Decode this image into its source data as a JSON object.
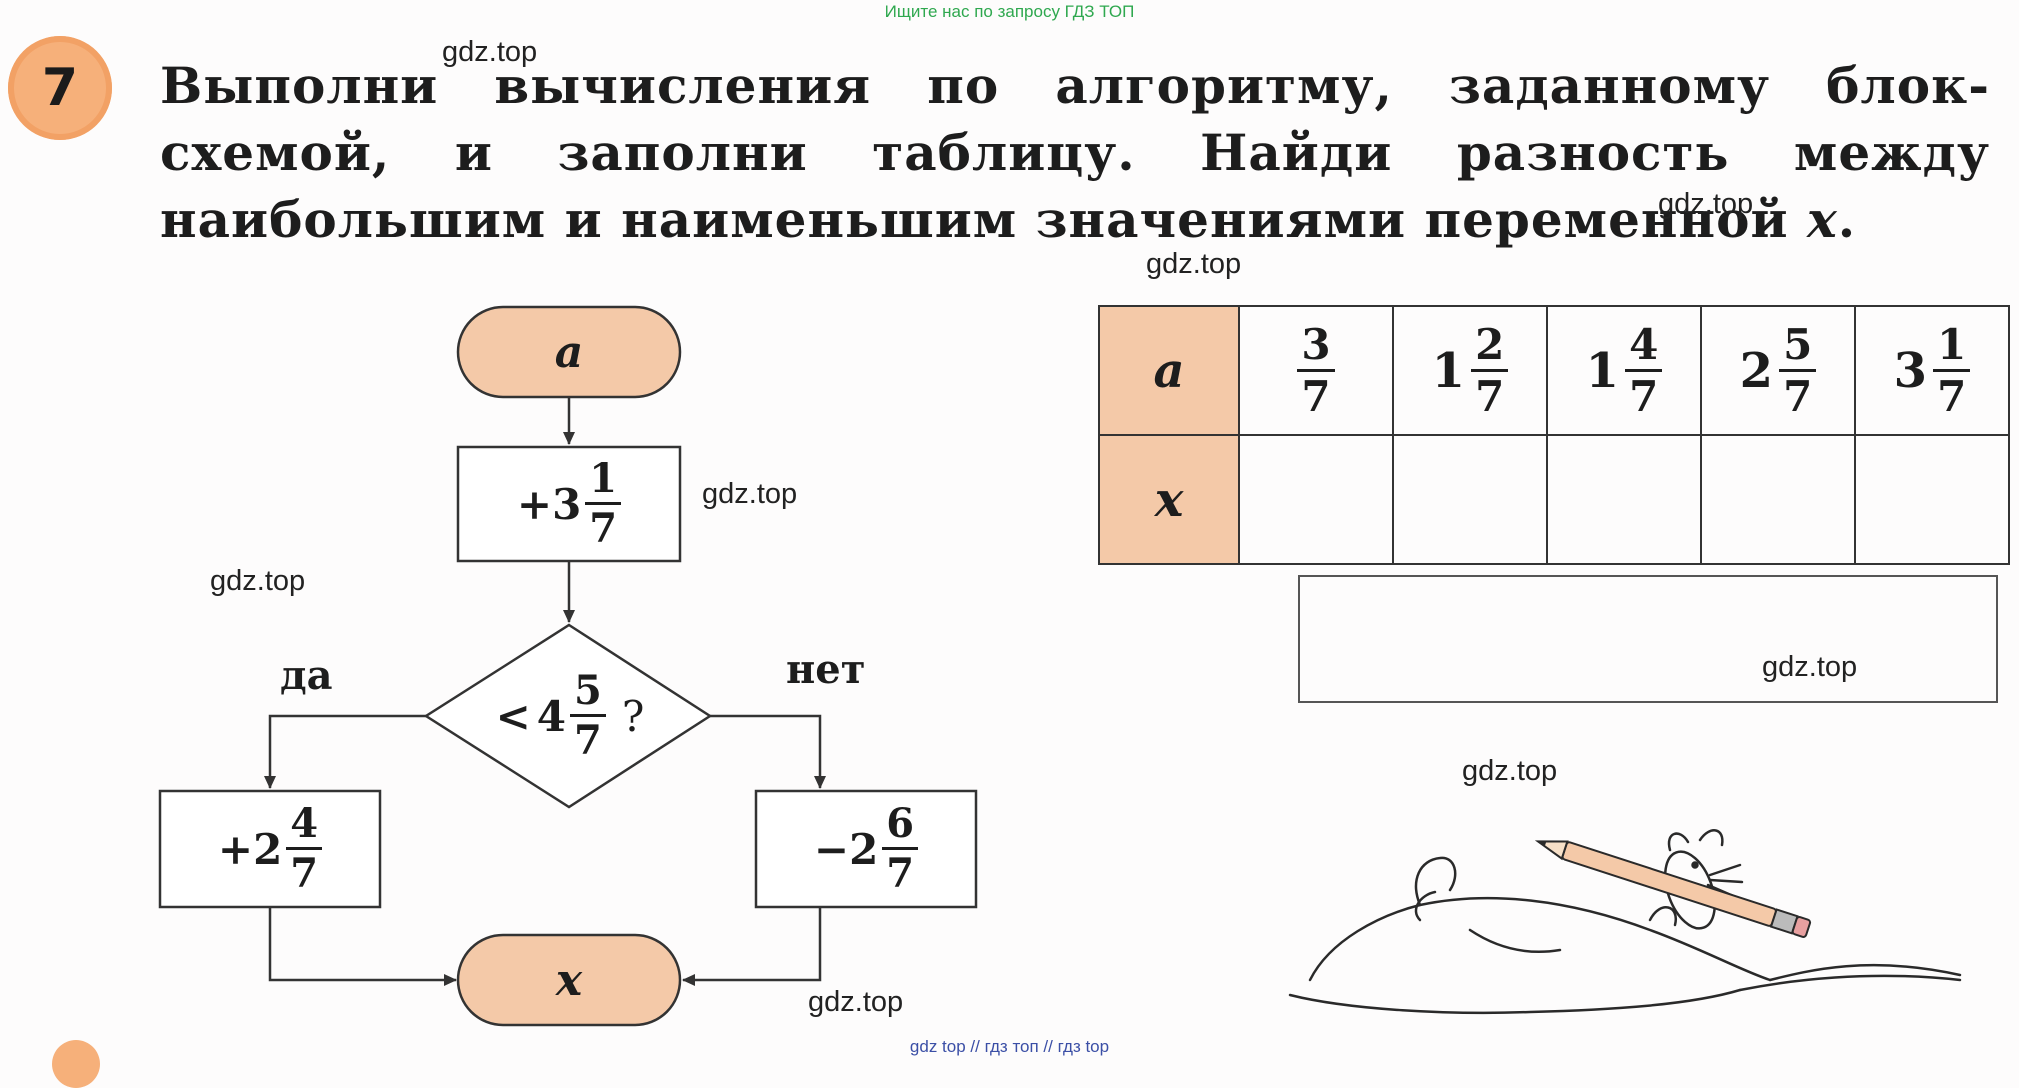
{
  "banner_top": "Ищите нас по запросу ГДЗ ТОП",
  "banner_bottom": "gdz top  //  гдз топ  //  гдз top",
  "watermark": "gdz.top",
  "task": {
    "number": "7",
    "text_main": "Выполни вычисления по алгоритму, заданному блок-схемой, и заполни таблицу. Найди разность между наибольшим и наименьшим значениями переменной",
    "variable": "x",
    "text_end": "."
  },
  "flowchart": {
    "start_label": "a",
    "end_label": "x",
    "step1": {
      "sign": "+",
      "whole": "3",
      "num": "1",
      "den": "7"
    },
    "condition": {
      "sign": "<",
      "whole": "4",
      "num": "5",
      "den": "7",
      "q": "?"
    },
    "yes_label": "да",
    "no_label": "нет",
    "yes_step": {
      "sign": "+",
      "whole": "2",
      "num": "4",
      "den": "7"
    },
    "no_step": {
      "sign": "−",
      "whole": "2",
      "num": "6",
      "den": "7"
    }
  },
  "table": {
    "row_a_label": "a",
    "row_x_label": "x",
    "a_values": [
      {
        "whole": "",
        "num": "3",
        "den": "7"
      },
      {
        "whole": "1",
        "num": "2",
        "den": "7"
      },
      {
        "whole": "1",
        "num": "4",
        "den": "7"
      },
      {
        "whole": "2",
        "num": "5",
        "den": "7"
      },
      {
        "whole": "3",
        "num": "1",
        "den": "7"
      }
    ],
    "x_values": [
      "",
      "",
      "",
      "",
      ""
    ]
  },
  "colors": {
    "accent": "#f4c9a8",
    "badge": "#f6b07a",
    "line": "#333333"
  }
}
